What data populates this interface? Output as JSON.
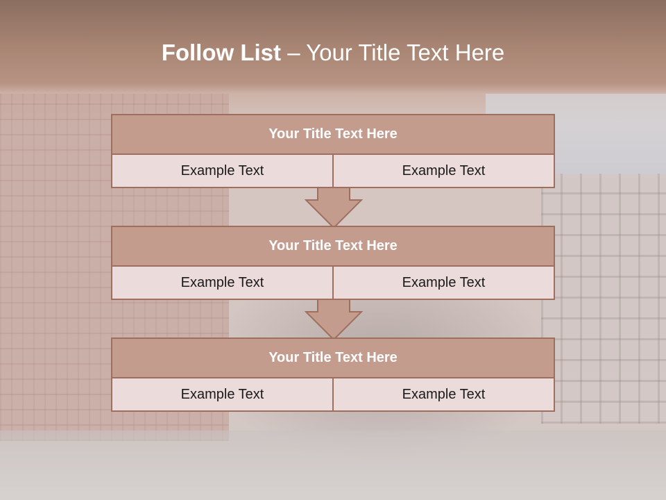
{
  "slide": {
    "title_bold": "Follow List ",
    "title_rest": " – Your Title Text Here"
  },
  "panels": [
    {
      "title": "Your Title Text Here",
      "cells": [
        "Example Text",
        "Example Text"
      ]
    },
    {
      "title": "Your Title Text Here",
      "cells": [
        "Example Text",
        "Example Text"
      ]
    },
    {
      "title": "Your Title Text Here",
      "cells": [
        "Example Text",
        "Example Text"
      ]
    }
  ],
  "colors": {
    "header_band": "#a98574",
    "panel_fill": "#c49c8e",
    "panel_border": "#9e6f5f",
    "cell_fill": "#ebdcdb",
    "arrow_fill": "#c49c8e"
  },
  "icons": [
    "down-arrow-icon"
  ]
}
